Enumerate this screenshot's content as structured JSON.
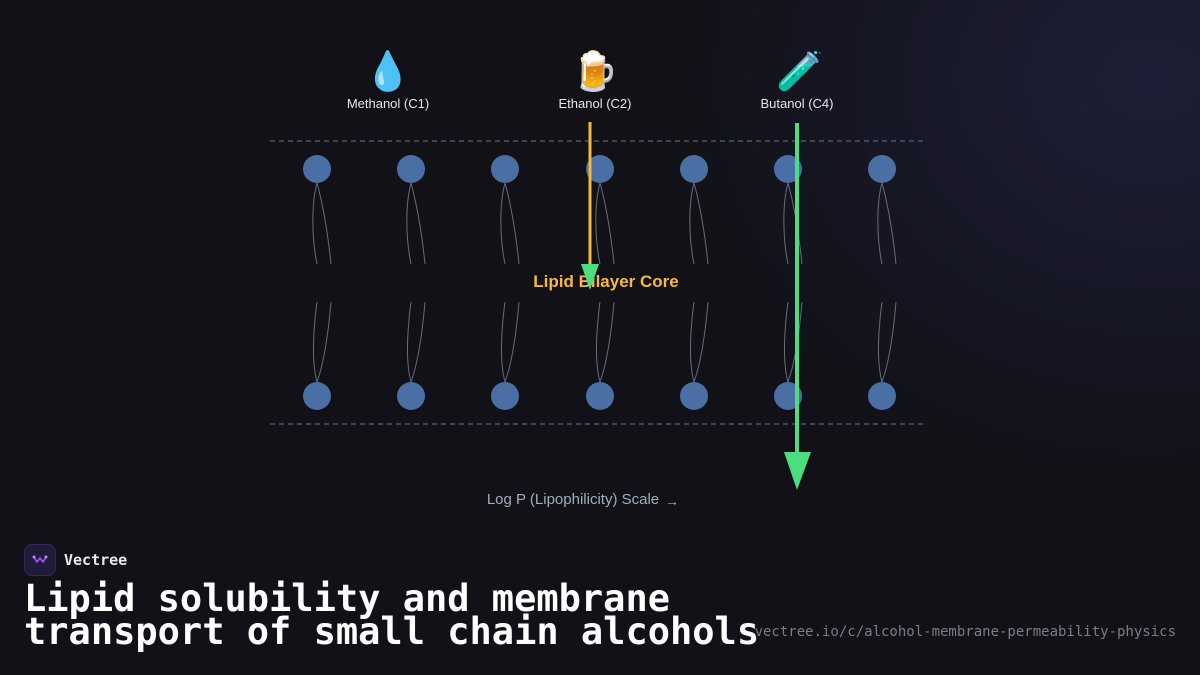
{
  "molecules": [
    {
      "icon": "💧",
      "icon_name": "water-drop-icon",
      "label": "Methanol (C1)"
    },
    {
      "icon": "🍺",
      "icon_name": "beer-mug-icon",
      "label": "Ethanol (C2)"
    },
    {
      "icon": "🧪",
      "icon_name": "test-tube-icon",
      "label": "Butanol (C4)"
    }
  ],
  "bilayer": {
    "core_label": "Lipid Bilayer Core",
    "head_color": "#4a6fa5",
    "boundary_color": "#4a5568"
  },
  "arrows": {
    "ethanol_color": "#f6b93b",
    "ethanol_head_color": "#4ade80",
    "butanol_color": "#4ade80"
  },
  "scale_label": "Log P (Lipophilicity) Scale",
  "scale_arrow": "→",
  "brand": {
    "name": "Vectree"
  },
  "headline": "Lipid solubility and membrane transport of small chain alcohols",
  "url": "vectree.io/c/alcohol-membrane-permeability-physics"
}
